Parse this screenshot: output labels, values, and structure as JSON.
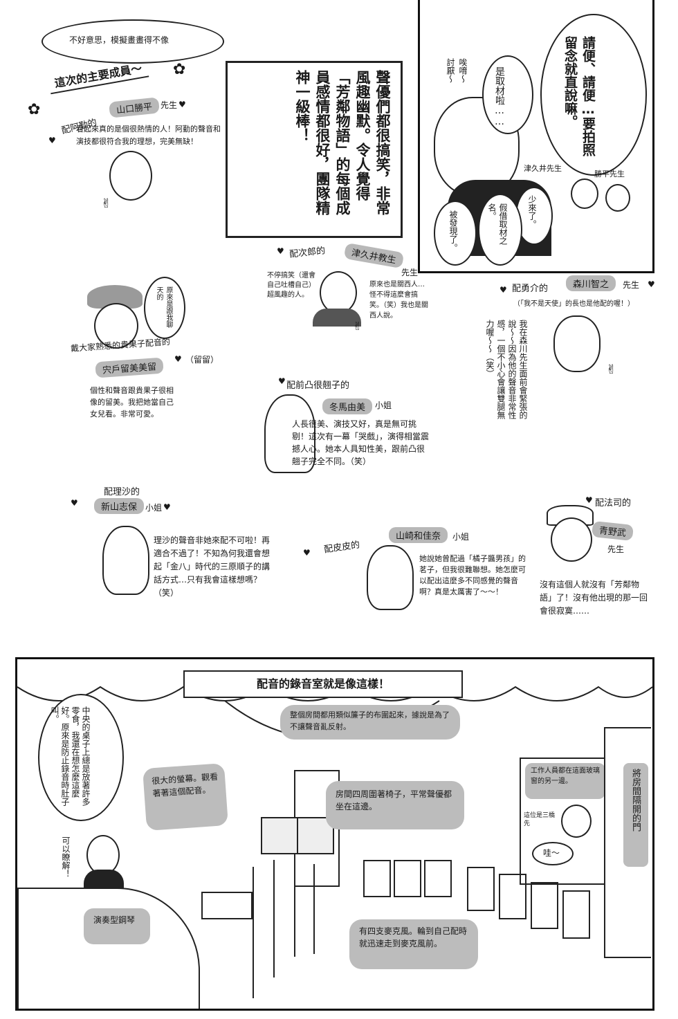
{
  "intro_bubble": "不好意思，模擬畫畫得不像",
  "members_title": "這次的主要成員～",
  "cast": [
    {
      "role": "配阿勤的",
      "name": "山口勝平",
      "honorific": "先生",
      "comment": "看起來真的是個很熱情的人！阿勤的聲音和演技都很符合我的理想，完美無缺！",
      "icon_note": ""
    },
    {
      "role": "配次郎的",
      "name": "津久井教生",
      "honorific": "先生",
      "comment": "原來也是關西人…怪不得這麼會搞笑。（笑）我也是關西人說。",
      "icon_note": "不停搞笑（還會自己吐槽自己）超風趣的人。"
    },
    {
      "role": "配勇介的",
      "name": "森川智之",
      "honorific": "先生",
      "comment": "我在森川先生面前會緊張的說～～因為他的聲音非常性感，一個不小心會讓雙腿無力喔～～（笑）",
      "icon_note": "（「我不是天使」的長也是他配的喔！）"
    },
    {
      "role": "戴大家熟悉的貴果子配音的",
      "name": "宍戶留美美留",
      "honorific": "（留留）",
      "comment": "個性和聲音跟貴果子很相像的留美。我把她當自己女兒看。非常可愛。",
      "icon_note": "原來是跟我聊天的"
    },
    {
      "role": "配前凸很翹子的",
      "name": "冬馬由美",
      "honorific": "小姐",
      "comment": "人長很美、演技又好，真是無可挑剔！這次有一幕「哭戲」，演得相當震撼人心。她本人具知性美，跟前凸很翹子完全不同。（笑）",
      "icon_note": ""
    },
    {
      "role": "配理沙的",
      "name": "新山志保",
      "honorific": "小姐",
      "comment": "理沙的聲音非她來配不可啦！再適合不過了！不知為何我還會想起「金八」時代的三原順子的講話方式…只有我會這樣想嗎？（笑）",
      "icon_note": ""
    },
    {
      "role": "配皮皮的",
      "name": "山崎和佳奈",
      "honorific": "小姐",
      "comment": "她說她曾配過「橘子醬男孩」的茗子，但我很難聯想。她怎麼可以配出這麼多不同感覺的聲音啊？真是太厲害了～～！",
      "icon_note": ""
    },
    {
      "role": "配法司的",
      "name": "青野武",
      "honorific": "先生",
      "comment": "沒有這個人就沒有「芳鄰物語」了！沒有他出現的那一回會很寂寞……",
      "icon_note": ""
    }
  ],
  "center_box": "聲優們都很搞笑，非常風趣幽默。令人覺得「芳鄰物語」的每個成員感情都很好，團隊精神一級棒！",
  "top_panel": {
    "bubble_main": "請便、請便…要拍照留念就直說嘛。",
    "bubble_mid": "是取材啦……",
    "exclaim1": "唉唷～",
    "exclaim2": "討厭～",
    "label_tsukui": "津久井先生",
    "label_katsuhei": "勝平先生",
    "bubble_a": "少來了。",
    "bubble_b": "假借取材之名。",
    "bubble_c": "被發現了。"
  },
  "studio": {
    "banner": "配音的錄音室就是像這樣！",
    "curtain_note": "整個房間都用類似簾子的布圍起來，據說是為了不讓聲音亂反射。",
    "left_bubble": "中央的桌子上總是放著許多零食，我還在想怎麼這麼好。原來是防止錄音時肚子叫。",
    "understand": "可以瞭解！",
    "screen_note": "很大的螢幕。觀看著著這個配音。",
    "chairs_note": "房間四周圍著椅子，平常聲優都坐在這邊。",
    "window_note": "工作人員都在這面玻璃窗的另一邊。",
    "window_label": "這位是三橋先",
    "wave": "哇～",
    "door_note": "將房間隔開的門",
    "piano_note": "演奏型鋼琴",
    "mic_note": "有四支麥克風。輪到自己配時就迅速走到麥克風前。"
  }
}
